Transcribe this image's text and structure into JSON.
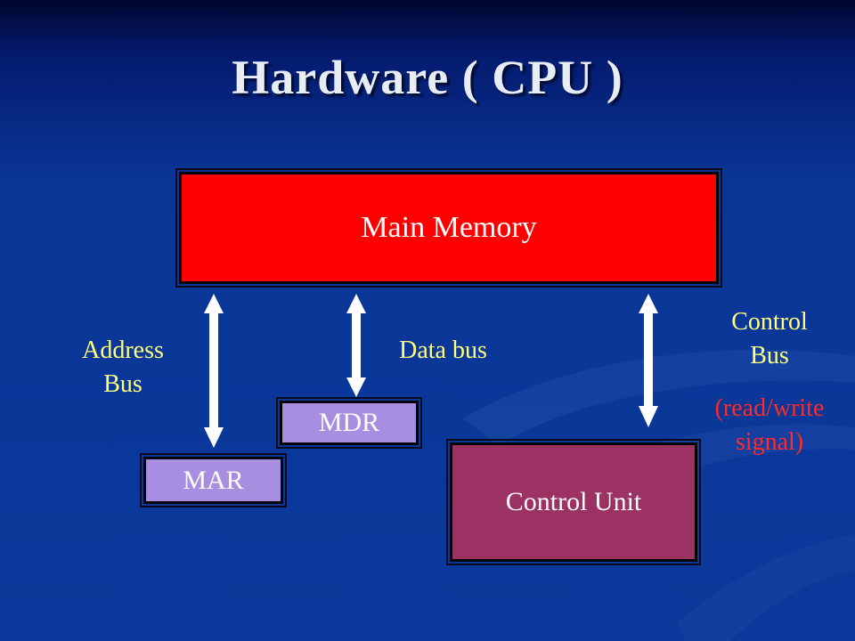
{
  "slide": {
    "title": "Hardware ( CPU )"
  },
  "diagram": {
    "main_memory": "Main Memory",
    "mdr": "MDR",
    "mar": "MAR",
    "control_unit": "Control Unit",
    "address_bus": [
      "Address",
      "Bus"
    ],
    "data_bus": "Data bus",
    "control_bus": [
      "Control",
      "Bus"
    ],
    "control_bus_note": [
      "(read/write",
      "signal)"
    ]
  },
  "colors": {
    "main_memory": "#ff0000",
    "registers": "#a78ee0",
    "control_unit": "#9c3264",
    "bus_label": "#ffff80",
    "signal_label": "#ff2a2a"
  }
}
